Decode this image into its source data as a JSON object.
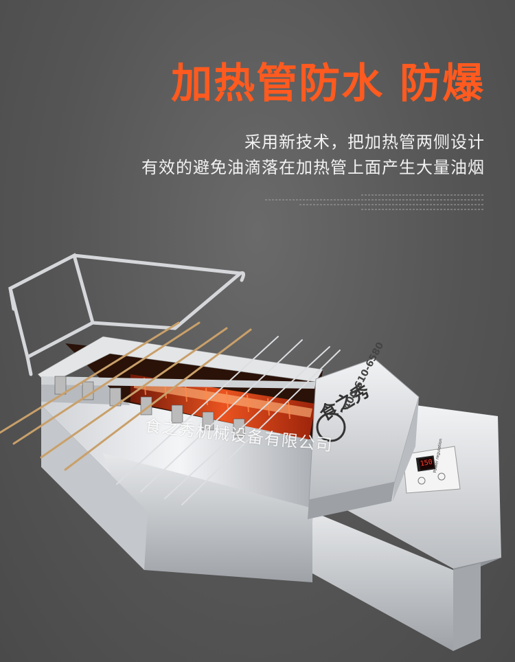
{
  "headline": "加热管防水 防爆",
  "subtitle_lines": [
    "采用新技术，把加热管两侧设计",
    "有效的避免油滴落在加热管上面产生大量油烟"
  ],
  "watermark": "食之秀机械设备有限公司",
  "product": {
    "brand_logo": "食之秀",
    "phone": "400-610-6580",
    "display_value": "150",
    "control_label": "Power regulation"
  },
  "colors": {
    "headline": "#ff5a1f",
    "background": "#565656",
    "steel": "#d9dadc",
    "heater_glow": "#ff4a1a"
  }
}
